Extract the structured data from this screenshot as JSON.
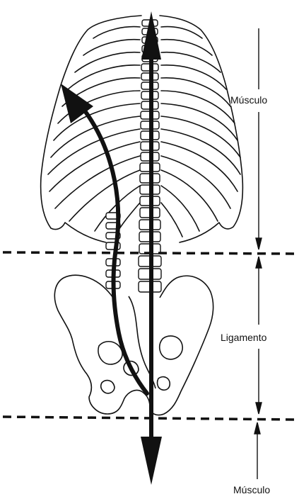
{
  "labels": {
    "upper": "Músculo",
    "middle": "Ligamento",
    "lower": "Músculo"
  },
  "colors": {
    "ink": "#111111",
    "paper": "#ffffff"
  },
  "elements": {
    "ribcage": "rib-cage-outline",
    "pelvis": "pelvis-outline",
    "arrows": [
      "straight-vertical-arrow",
      "curved-arrow"
    ]
  }
}
